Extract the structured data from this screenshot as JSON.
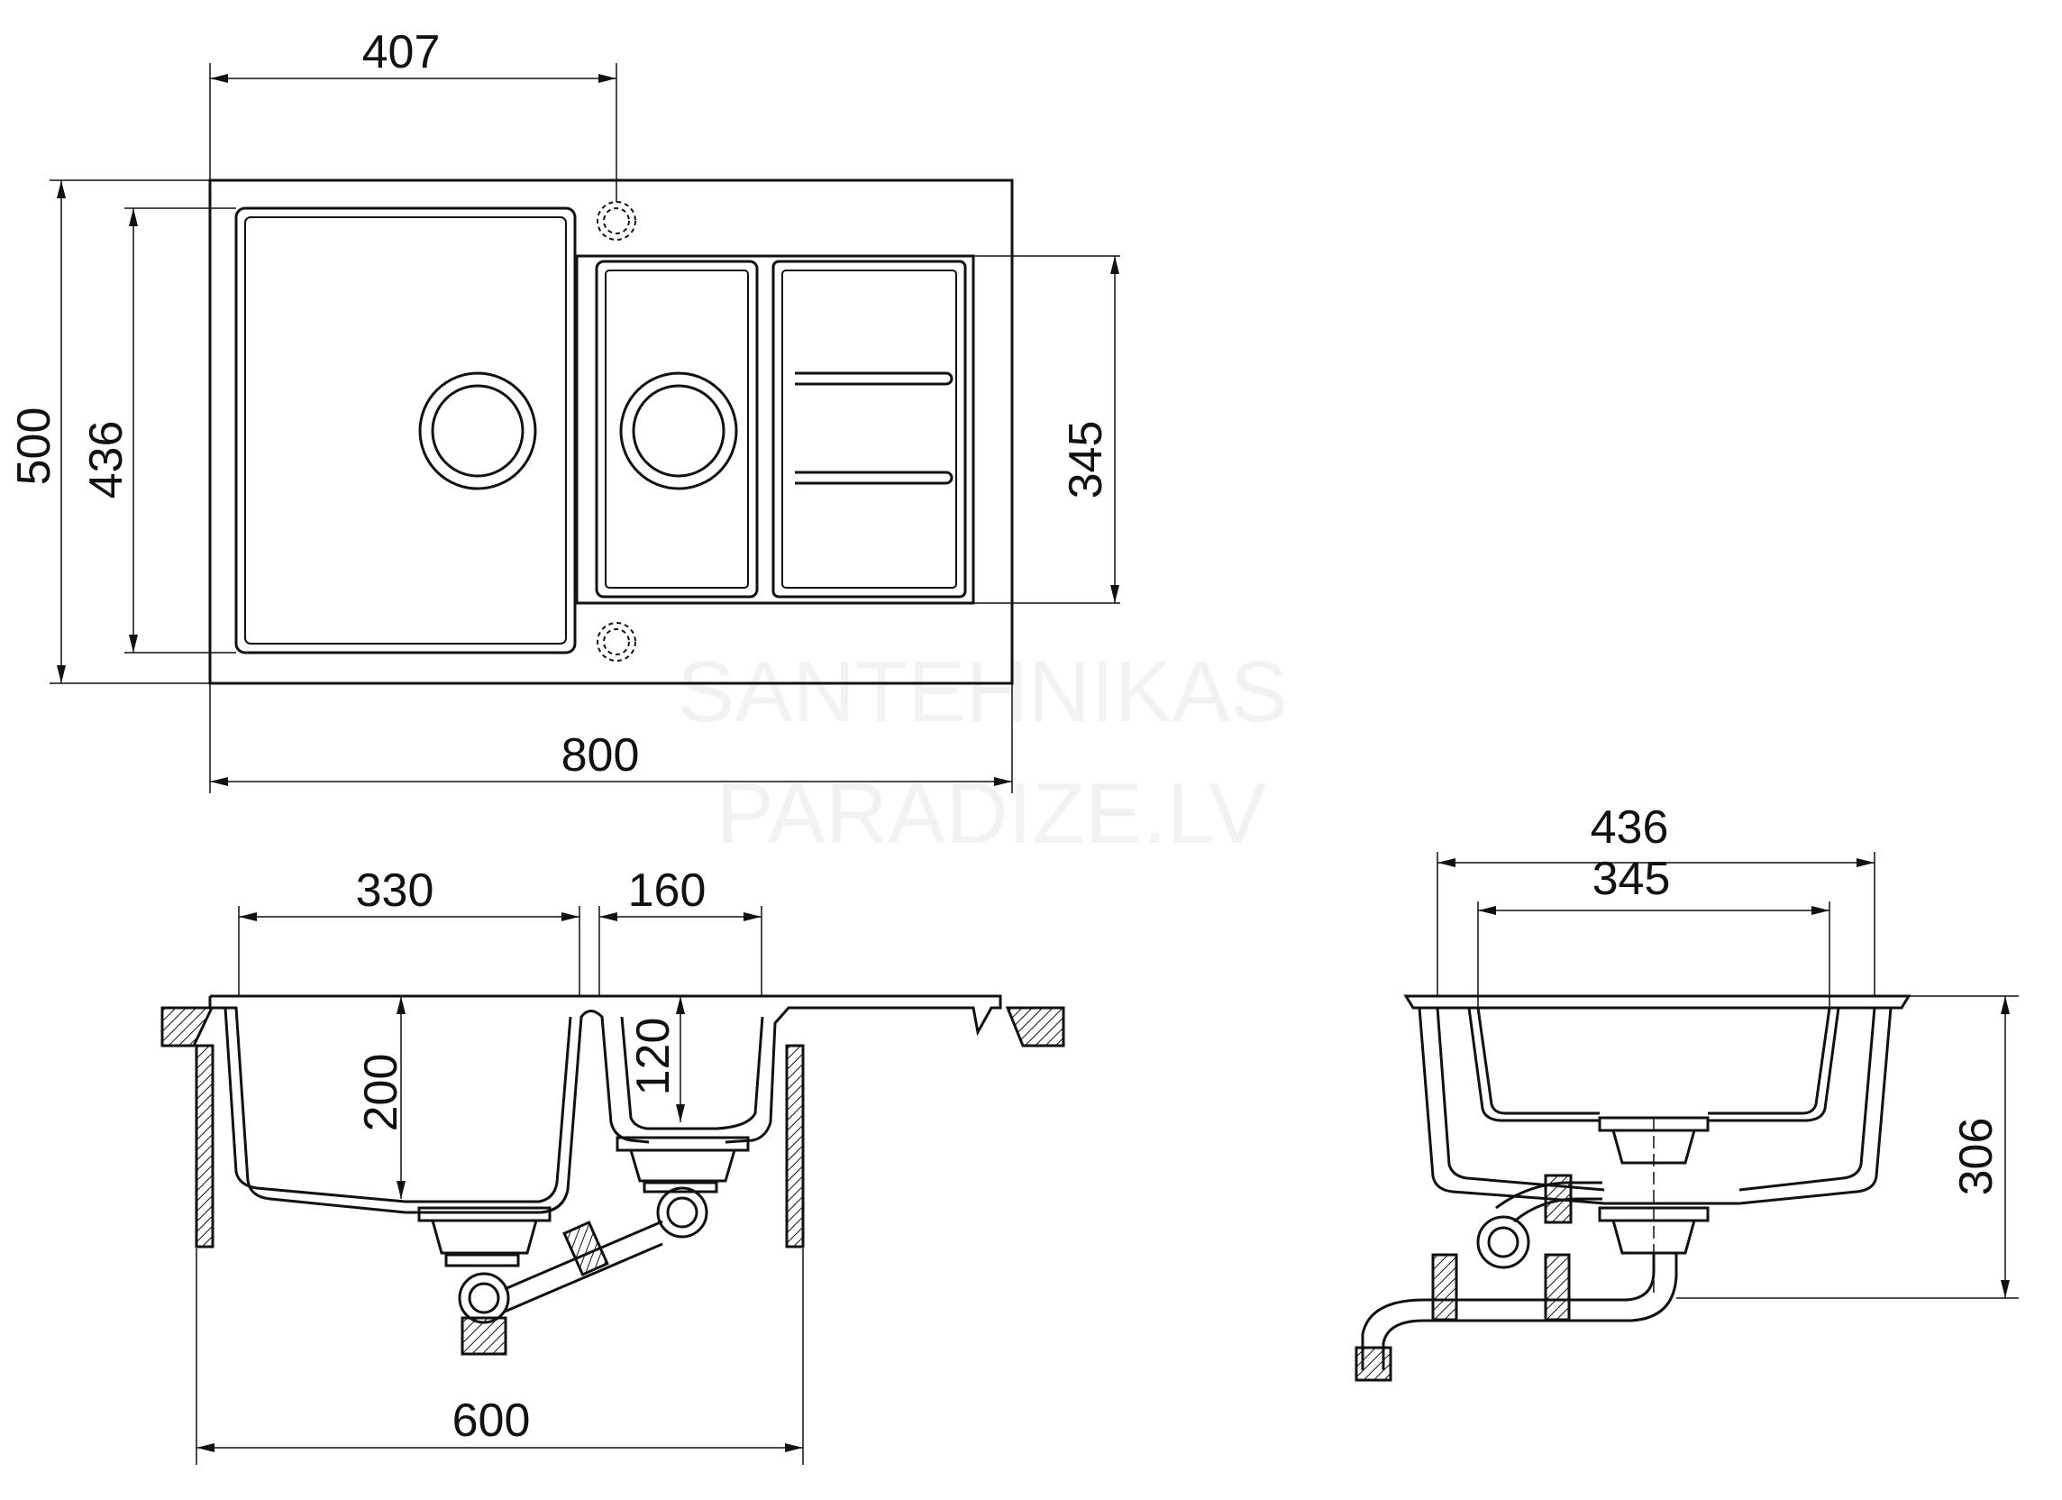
{
  "watermark": {
    "line1": "SANTEHNIKAS",
    "line2": "PARADIZE.LV"
  },
  "top_view": {
    "dim_overall_width": "800",
    "dim_overall_depth": "500",
    "dim_big_bowl_depth": "436",
    "dim_small_bowl_depth": "345",
    "dim_tap_hole_offset": "407"
  },
  "front_view": {
    "dim_big_bowl_width": "330",
    "dim_small_bowl_width": "160",
    "dim_big_bowl_height": "200",
    "dim_small_bowl_height": "120",
    "dim_cabinet_width": "600"
  },
  "side_view": {
    "dim_big_bowl_depth": "436",
    "dim_small_bowl_depth": "345",
    "dim_overall_height": "306"
  },
  "colors": {
    "line": "#111111",
    "watermark": "#f2f2f2"
  }
}
